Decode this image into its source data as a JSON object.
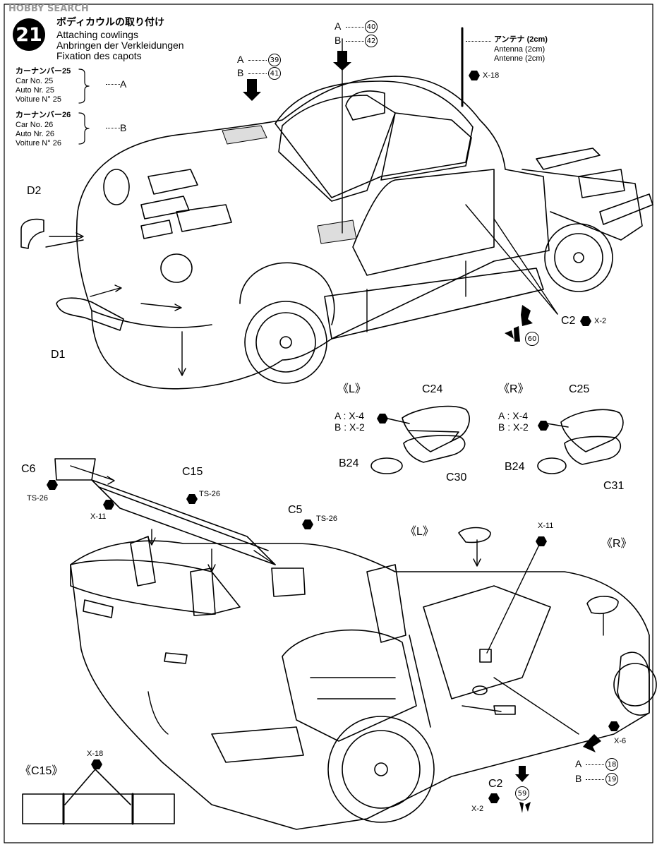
{
  "watermark": "HOBBY SEARCH",
  "step": {
    "number": "21",
    "title_jp": "ボディカウルの取り付け",
    "title_en": "Attaching cowlings",
    "title_de": "Anbringen der Verkleidungen",
    "title_fr": "Fixation des capots"
  },
  "car_options": [
    {
      "jp": "カーナンバー25",
      "en": "Car No. 25",
      "de": "Auto Nr. 25",
      "fr": "Voiture N° 25",
      "option": "A"
    },
    {
      "jp": "カーナンバー26",
      "en": "Car No. 26",
      "de": "Auto Nr. 26",
      "fr": "Voiture N° 26",
      "option": "B"
    }
  ],
  "antenna": {
    "jp": "アンテナ (2cm)",
    "en": "Antenna (2cm)",
    "fr": "Antenne (2cm)"
  },
  "decal_refs": [
    {
      "option": "A",
      "number": "40"
    },
    {
      "option": "B",
      "number": "42"
    },
    {
      "option": "A",
      "number": "39"
    },
    {
      "option": "B",
      "number": "41"
    },
    {
      "option": "A",
      "number": "18"
    },
    {
      "option": "B",
      "number": "19"
    }
  ],
  "paints": {
    "x18": "X-18",
    "x2": "X-2",
    "x4": "X-4",
    "x11": "X-11",
    "x6": "X-6",
    "ts26": "TS-26"
  },
  "parts": {
    "d1": "D1",
    "d2": "D2",
    "c2": "C2",
    "c24": "C24",
    "c25": "C25",
    "c30": "C30",
    "c31": "C31",
    "b24": "B24",
    "c6": "C6",
    "c15": "C15",
    "c5": "C5"
  },
  "side_labels": {
    "left": "《L》",
    "right": "《R》",
    "c15_detail": "《C15》"
  },
  "mirror_paint_left": {
    "a": "A : X-4",
    "b": "B : X-2"
  },
  "mirror_paint_right": {
    "a": "A : X-4",
    "b": "B : X-2"
  },
  "decal_numbers": {
    "n60": "60",
    "n59": "59"
  }
}
